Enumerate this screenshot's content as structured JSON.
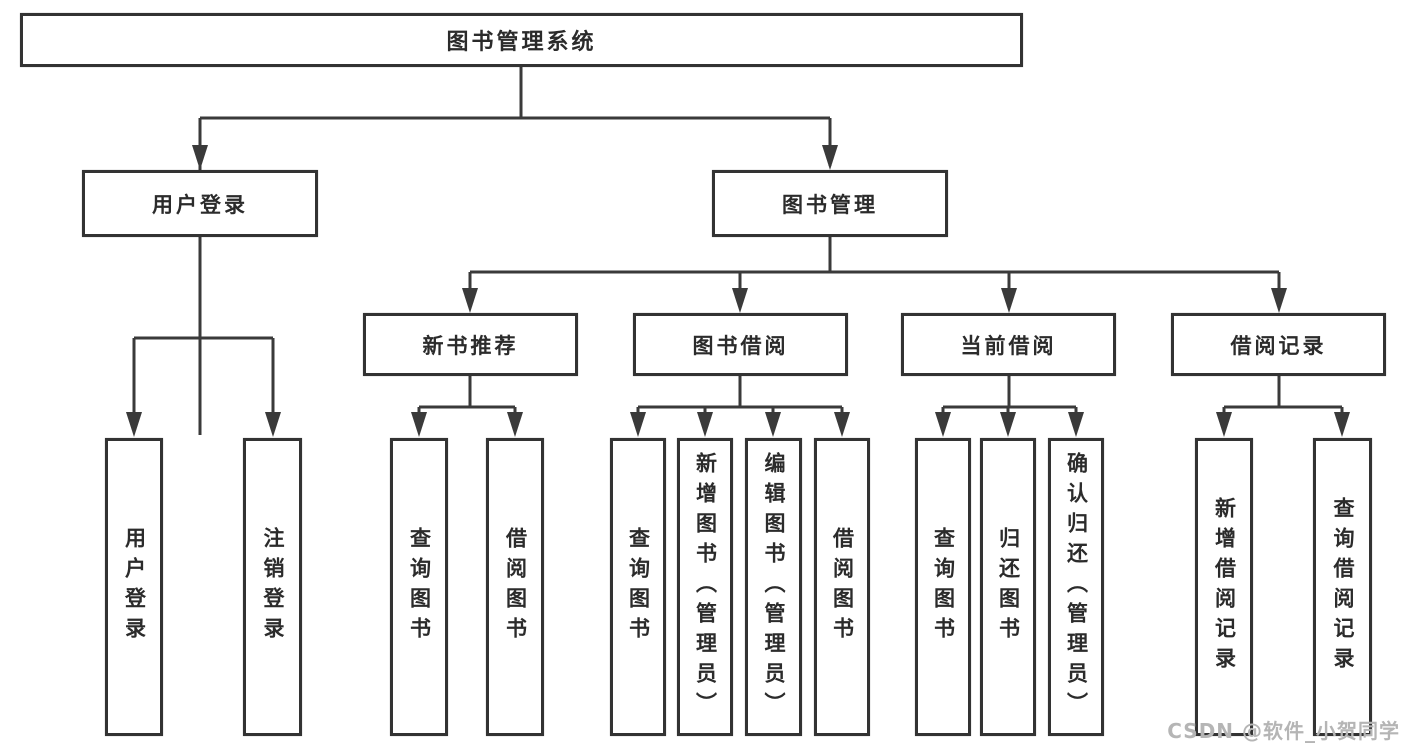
{
  "diagram": {
    "title": "图书管理系统",
    "level2": [
      {
        "label": "用户登录"
      },
      {
        "label": "图书管理"
      }
    ],
    "level3": [
      {
        "label": "新书推荐"
      },
      {
        "label": "图书借阅"
      },
      {
        "label": "当前借阅"
      },
      {
        "label": "借阅记录"
      }
    ],
    "leaves": {
      "user_login": [
        {
          "label": "用户登录"
        },
        {
          "label": "注销登录"
        }
      ],
      "new_book_recommend": [
        {
          "label": "查询图书"
        },
        {
          "label": "借阅图书"
        }
      ],
      "book_borrow": [
        {
          "label": "查询图书"
        },
        {
          "label": "新增图书（管理员）"
        },
        {
          "label": "编辑图书（管理员）"
        },
        {
          "label": "借阅图书"
        }
      ],
      "current_borrow": [
        {
          "label": "查询图书"
        },
        {
          "label": "归还图书"
        },
        {
          "label": "确认归还（管理员）"
        }
      ],
      "borrow_records": [
        {
          "label": "新增借阅记录"
        },
        {
          "label": "查询借阅记录"
        }
      ]
    }
  },
  "watermark": {
    "text": "CSDN @软件_小贺同学"
  },
  "colors": {
    "line": "#3a3a3a",
    "box_border": "#333333",
    "text": "#2b2b2b",
    "watermark": "#b5b5b5",
    "background": "#ffffff"
  }
}
